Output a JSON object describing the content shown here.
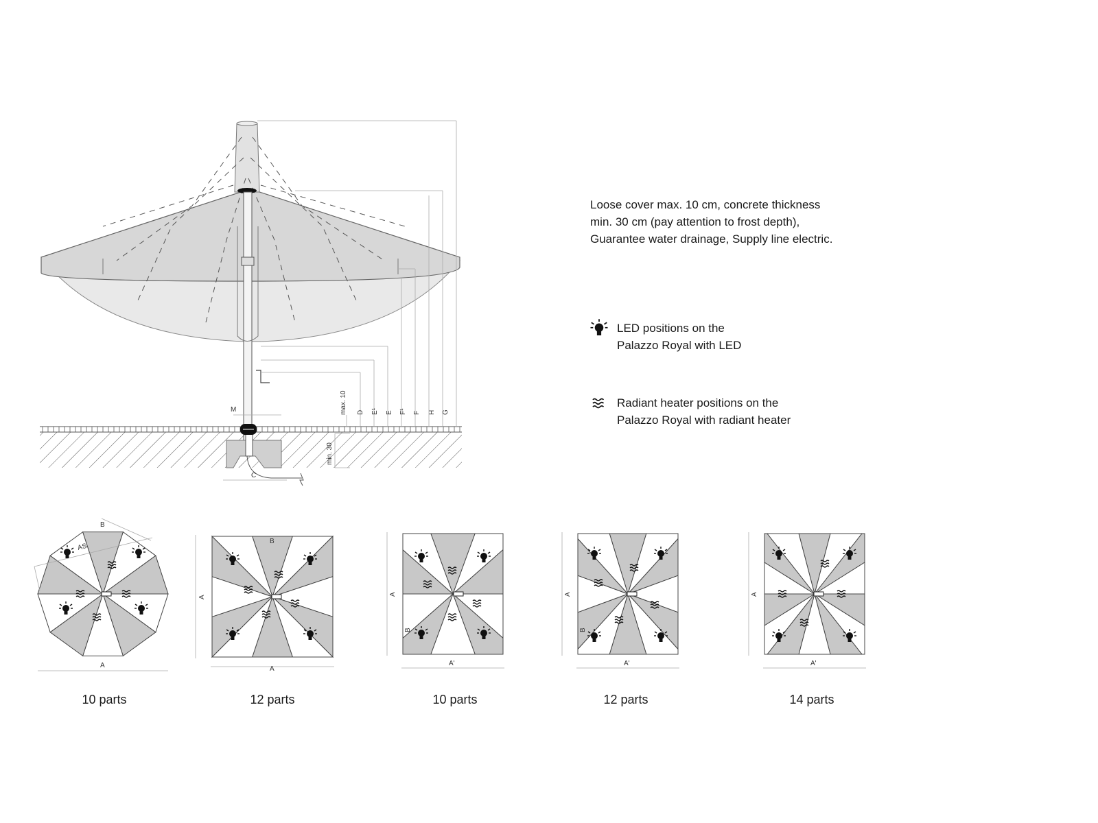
{
  "side_view": {
    "dimension_labels": [
      "max. 10",
      "D",
      "E¹",
      "E",
      "F¹",
      "F",
      "H",
      "G"
    ],
    "label_m": "M",
    "label_c": "C",
    "label_min30": "min. 30"
  },
  "installation_note": {
    "lines": [
      "Loose cover max. 10 cm, concrete thickness",
      "min. 30 cm (pay attention to frost depth),",
      "Guarantee water drainage, Supply line electric."
    ]
  },
  "legend": {
    "led": {
      "icon": "lightbulb-icon",
      "lines": [
        "LED positions on the",
        "Palazzo Royal with LED"
      ]
    },
    "heater": {
      "icon": "heat-waves-icon",
      "lines": [
        "Radiant heater positions on the",
        "Palazzo Royal with radiant heater"
      ]
    }
  },
  "top_views": [
    {
      "caption": "10 parts",
      "dim_bottom": "A",
      "dim_top": "B",
      "dim_diag": "AS"
    },
    {
      "caption": "12 parts",
      "dim_bottom": "A",
      "dim_top": "B",
      "dim_side": "A"
    },
    {
      "caption": "10 parts",
      "dim_bottom": "A'",
      "dim_side": "A",
      "dim_inner": "B"
    },
    {
      "caption": "12 parts",
      "dim_bottom": "A'",
      "dim_side": "A",
      "dim_inner": "B"
    },
    {
      "caption": "14 parts",
      "dim_bottom": "A'",
      "dim_side": "A"
    }
  ],
  "colors": {
    "panel_fill": "#c8c8c8",
    "line": "#444444",
    "dim_line": "#999999"
  }
}
